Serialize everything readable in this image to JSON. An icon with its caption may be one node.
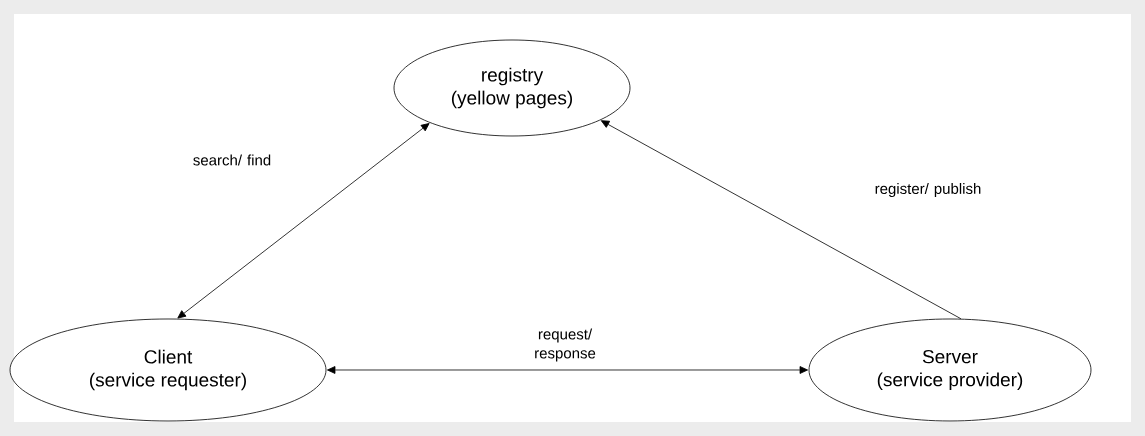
{
  "diagram": {
    "nodes": [
      {
        "text": [
          "registry",
          "(yellow pages)"
        ]
      },
      {
        "text": [
          "Client",
          "(service requester)"
        ]
      },
      {
        "text": [
          "Server",
          "(service provider)"
        ]
      }
    ],
    "edges": [
      {
        "from": 1,
        "to": 0,
        "arrow": "both",
        "label": "search/ find"
      },
      {
        "from": 2,
        "to": 0,
        "arrow": "to",
        "label": "register/ publish"
      },
      {
        "from": 1,
        "to": 2,
        "arrow": "both",
        "label": "request/ response"
      }
    ]
  }
}
